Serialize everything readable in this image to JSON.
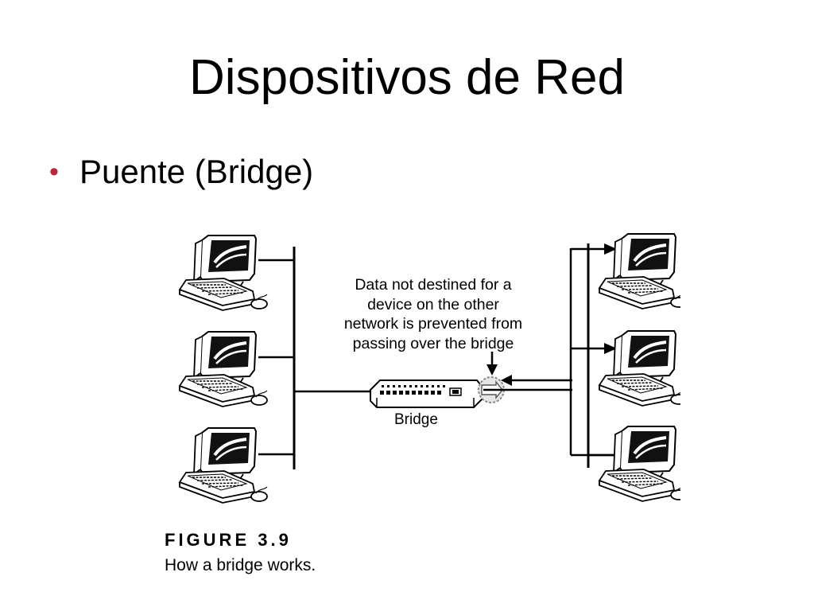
{
  "slide": {
    "title": "Dispositivos de Red",
    "bullets": [
      {
        "marker": "•",
        "text": "Puente (Bridge)"
      }
    ]
  },
  "figure": {
    "callout_lines": [
      "Data not destined for a",
      "device on the other",
      "network is prevented from",
      "passing over the bridge"
    ],
    "bridge_label": "Bridge",
    "figure_number": "FIGURE 3.9",
    "caption": "How a bridge works."
  },
  "colors": {
    "bullet_marker": "#b8283c",
    "text": "#000000",
    "background": "#ffffff"
  }
}
